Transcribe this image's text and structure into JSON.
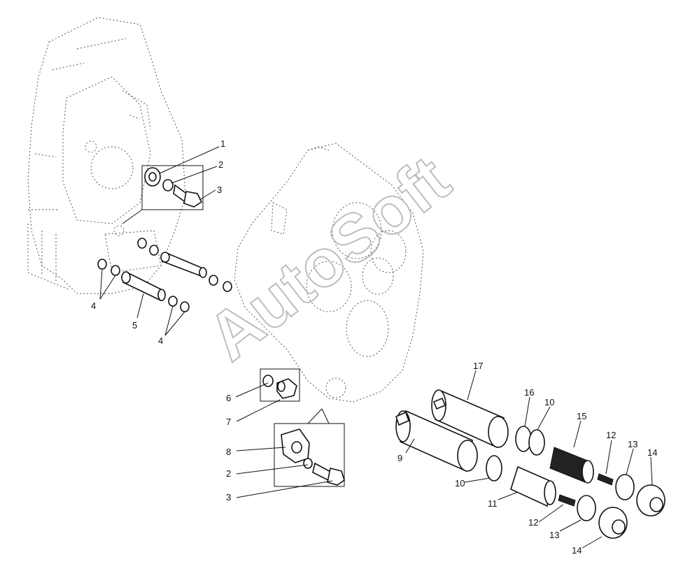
{
  "watermark": "AutoSoft",
  "callouts": {
    "c1": "1",
    "c2a": "2",
    "c3a": "3",
    "c4a": "4",
    "c5": "5",
    "c4b": "4",
    "c6": "6",
    "c7": "7",
    "c8": "8",
    "c2b": "2",
    "c3b": "3",
    "c17": "17",
    "c16": "16",
    "c10a": "10",
    "c15": "15",
    "c12a": "12",
    "c13a": "13",
    "c14a": "14",
    "c9": "9",
    "c10b": "10",
    "c11": "11",
    "c12b": "12",
    "c13b": "13",
    "c14b": "14"
  }
}
